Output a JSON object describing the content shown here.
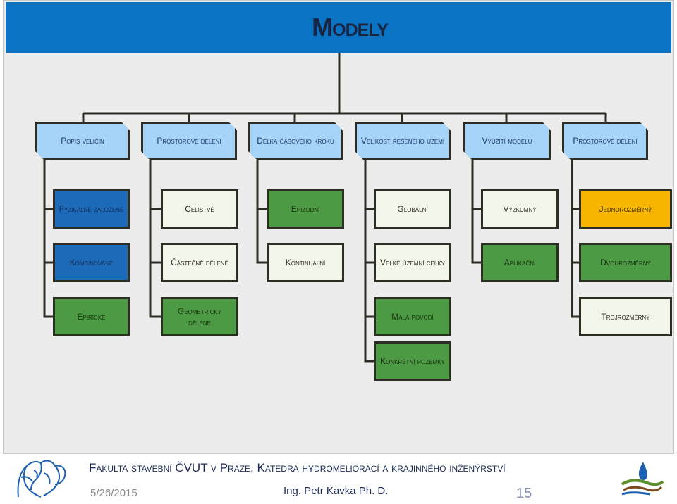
{
  "title": "Modely",
  "headers": [
    "Popis veličin",
    "Prostorové dělení",
    "Délka časového kroku",
    "Velikost řešeného území",
    "Využití modelu",
    "Prostorové dělení"
  ],
  "rows": [
    [
      "Fyzikálně založené",
      "Celistvé",
      "Epizodní",
      "Globální",
      "Výzkumný",
      "Jednorozměrný"
    ],
    [
      "Kombinované",
      "Částečně dělené",
      "Kontinuální",
      "Velké územní celky",
      "Aplikační",
      "Dvourozměrný"
    ],
    [
      "Epirické",
      "Geometricky dělené",
      "",
      "Malá povodí",
      "",
      "Trojrozměrný"
    ],
    [
      "",
      "",
      "",
      "Konkrétní pozemky",
      "",
      ""
    ]
  ],
  "footer": {
    "text": "Fakulta stavební ČVUT v Praze, Katedra hydromeliorací a krajinného inženýrství",
    "date": "5/26/2015",
    "author": "Ing. Petr Kavka Ph. D.",
    "page": "15"
  },
  "colors": {
    "title_bar": "#0a73c4",
    "header_box": "#a6d3f8",
    "blue_box": "#1d6ab8",
    "white_box": "#f1f5ea",
    "green_box": "#4c9a43",
    "yellow_box": "#f7b500"
  }
}
